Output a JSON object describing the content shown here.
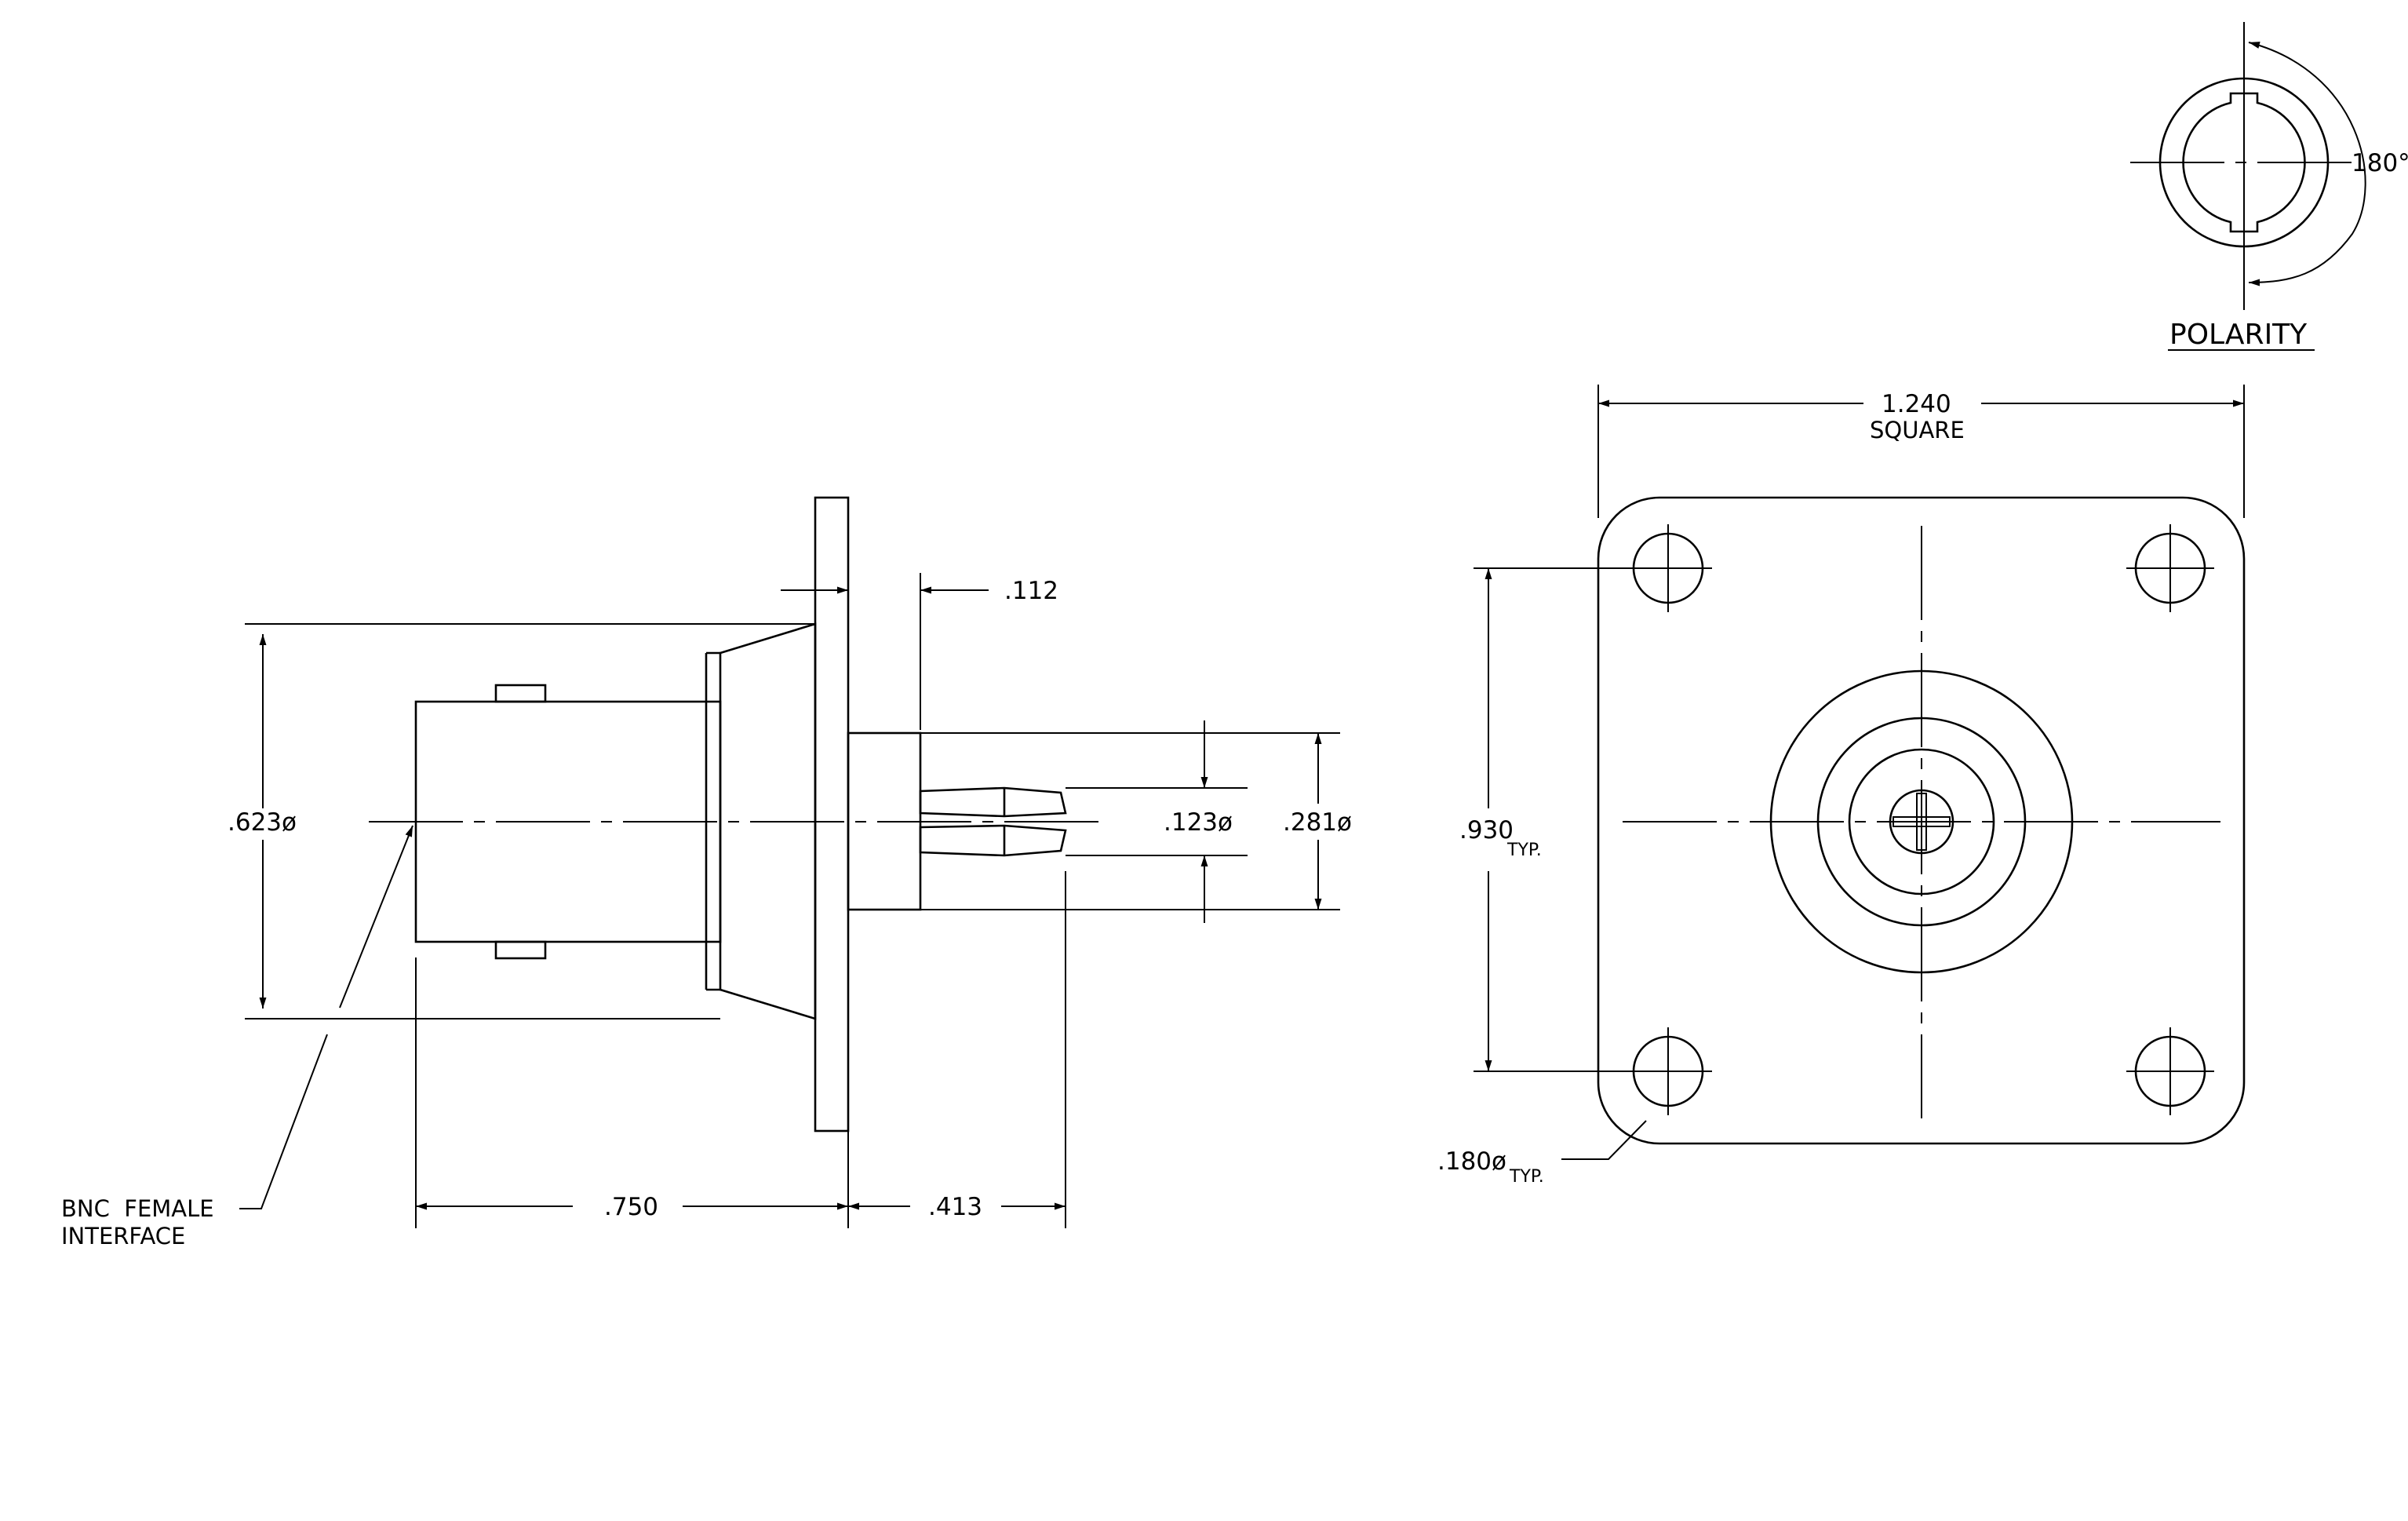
{
  "polarity": {
    "title": "POLARITY",
    "angle_label": "180°"
  },
  "front_view": {
    "width_label": "1.240",
    "width_note": "SQUARE",
    "hole_spacing_label": ".930",
    "hole_spacing_note": "TYP.",
    "hole_dia_label": ".180ø",
    "hole_dia_note": "TYP."
  },
  "side_view": {
    "body_dia_label": ".623ø",
    "flange_thickness_label": ".112",
    "pin_dia_label": ".123ø",
    "rear_dia_label": ".281ø",
    "front_length_label": ".750",
    "rear_length_label": ".413",
    "interface_note_line1": "BNC  FEMALE",
    "interface_note_line2": "INTERFACE"
  },
  "colors": {
    "line": "#000000",
    "background": "#ffffff"
  }
}
